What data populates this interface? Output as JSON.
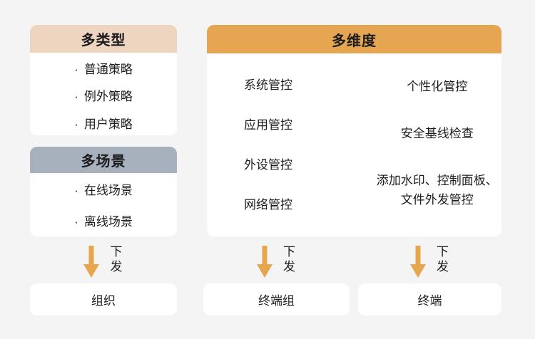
{
  "bullet": "·",
  "colors": {
    "page_bg": "#f4f4f4",
    "card_bg": "#ffffff",
    "types_header": "#edd5c0",
    "scenes_header": "#a6b1bd",
    "dimensions_header": "#e6a651",
    "arrow": "#e7a64e",
    "text": "#1d1d1f"
  },
  "cards": {
    "types": {
      "title": "多类型",
      "items": [
        "普通策略",
        "例外策略",
        "用户策略"
      ]
    },
    "scenes": {
      "title": "多场景",
      "items": [
        "在线场景",
        "离线场景"
      ]
    },
    "dimensions": {
      "title": "多维度",
      "left_items": [
        "系统管控",
        "应用管控",
        "外设管控",
        "网络管控"
      ],
      "right_items": [
        "个性化管控",
        "安全基线检查",
        "添加水印、控制面板、文件外发管控"
      ]
    }
  },
  "flows": [
    {
      "label": "下发",
      "target": "组织"
    },
    {
      "label": "下发",
      "target": "终端组"
    },
    {
      "label": "下发",
      "target": "终端"
    }
  ]
}
